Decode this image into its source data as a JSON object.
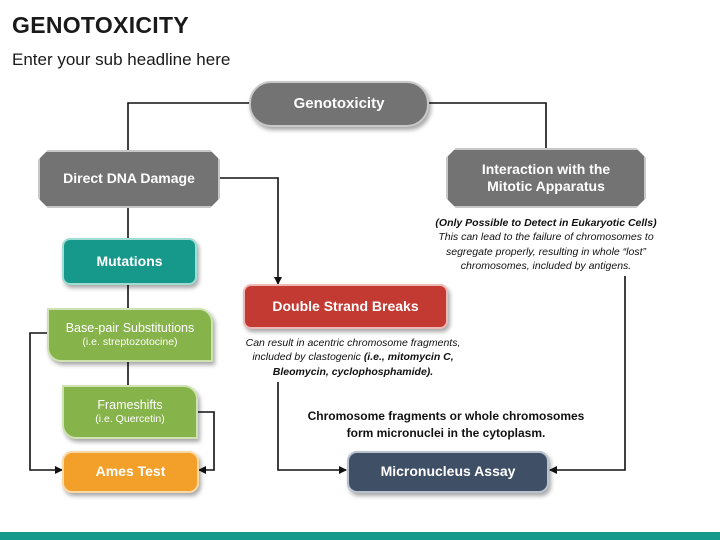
{
  "header": {
    "title": "GENOTOXICITY",
    "subtitle": "Enter your sub headline here"
  },
  "nodes": {
    "root": "Genotoxicity",
    "direct_dna_damage": "Direct DNA Damage",
    "mitotic_apparatus_line1": "Interaction with the",
    "mitotic_apparatus_line2": "Mitotic Apparatus",
    "mutations": "Mutations",
    "base_pair_title": "Base-pair Substitutions",
    "base_pair_example": "(i.e. streptozotocine)",
    "frameshifts_title": "Frameshifts",
    "frameshifts_example": "(i.e. Quercetin)",
    "ames_test": "Ames Test",
    "double_strand_breaks": "Double Strand Breaks",
    "micronucleus_assay": "Micronucleus Assay"
  },
  "notes": {
    "mitotic_note_line1": "(Only Possible to Detect in Eukaryotic Cells)",
    "mitotic_note_line2": "This can lead to the failure of chromosomes to",
    "mitotic_note_line3": "segregate properly, resulting in whole “lost”",
    "mitotic_note_line4": "chromosomes, included by antigens.",
    "dsb_note_line1": "Can result in acentric chromosome fragments,",
    "dsb_note_line2_prefix": "included by clastogenic ",
    "dsb_note_line2_bold": "(i.e., mitomycin C,",
    "dsb_note_line3_bold": "Bleomycin, cyclophosphamide).",
    "micronuclei_line1": "Chromosome fragments or whole chromosomes",
    "micronuclei_line2": "form micronuclei in the cytoplasm."
  },
  "colors": {
    "gray": "#737373",
    "teal": "#16998a",
    "green": "#86b34a",
    "red": "#c23a31",
    "orange": "#f3a02b",
    "navy": "#3f4f66"
  }
}
